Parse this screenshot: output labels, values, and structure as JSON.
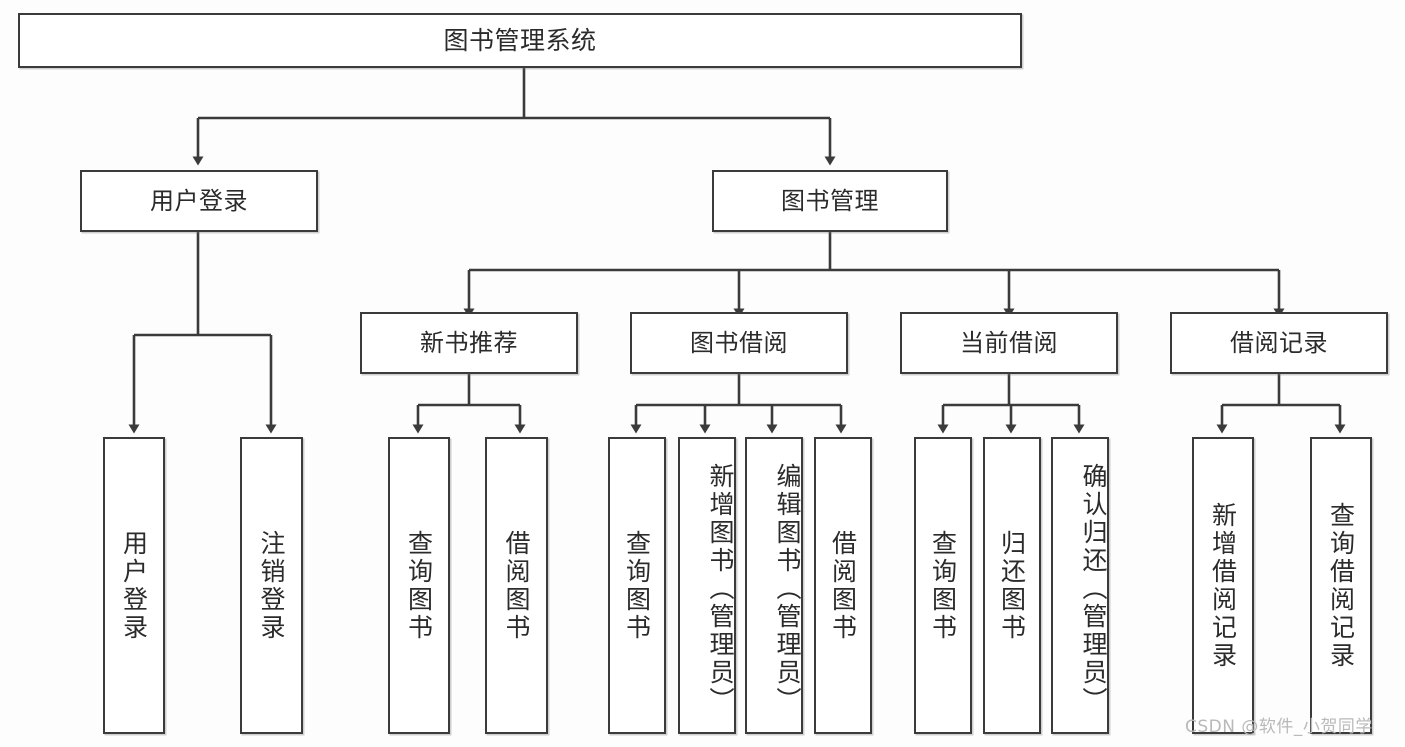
{
  "diagram": {
    "type": "tree",
    "title": "图书管理系统",
    "root": {
      "id": "root",
      "label": "图书管理系统"
    },
    "level1": [
      {
        "id": "user-login",
        "label": "用户登录"
      },
      {
        "id": "book-manage",
        "label": "图书管理"
      }
    ],
    "level2": [
      {
        "id": "new-book-recommend",
        "label": "新书推荐",
        "parent": "book-manage"
      },
      {
        "id": "book-borrow",
        "label": "图书借阅",
        "parent": "book-manage"
      },
      {
        "id": "current-borrow",
        "label": "当前借阅",
        "parent": "book-manage"
      },
      {
        "id": "borrow-record",
        "label": "借阅记录",
        "parent": "book-manage"
      }
    ],
    "leaves": {
      "user_login": [
        {
          "id": "leaf-user-login",
          "label": "用户登录"
        },
        {
          "id": "leaf-user-logout",
          "label": "注销登录"
        }
      ],
      "new_book_recommend": [
        {
          "id": "leaf-query-book-1",
          "label": "查询图书"
        },
        {
          "id": "leaf-borrow-book-1",
          "label": "借阅图书"
        }
      ],
      "book_borrow": [
        {
          "id": "leaf-query-book-2",
          "label": "查询图书"
        },
        {
          "id": "leaf-add-book",
          "label": "新增图书（管理员）"
        },
        {
          "id": "leaf-edit-book",
          "label": "编辑图书（管理员）"
        },
        {
          "id": "leaf-borrow-book-2",
          "label": "借阅图书"
        }
      ],
      "current_borrow": [
        {
          "id": "leaf-query-book-3",
          "label": "查询图书"
        },
        {
          "id": "leaf-return-book",
          "label": "归还图书"
        },
        {
          "id": "leaf-confirm-return",
          "label": "确认归还（管理员）"
        }
      ],
      "borrow_record": [
        {
          "id": "leaf-add-record",
          "label": "新增借阅记录"
        },
        {
          "id": "leaf-query-record",
          "label": "查询借阅记录"
        }
      ]
    },
    "colors": {
      "stroke": "#3b3b3b",
      "fill": "#ffffff",
      "background": "#fdfdfd",
      "text": "#2b2b2b",
      "watermark": "#b9b9b9"
    }
  },
  "watermark": {
    "text": "CSDN @软件_小贺同学"
  }
}
